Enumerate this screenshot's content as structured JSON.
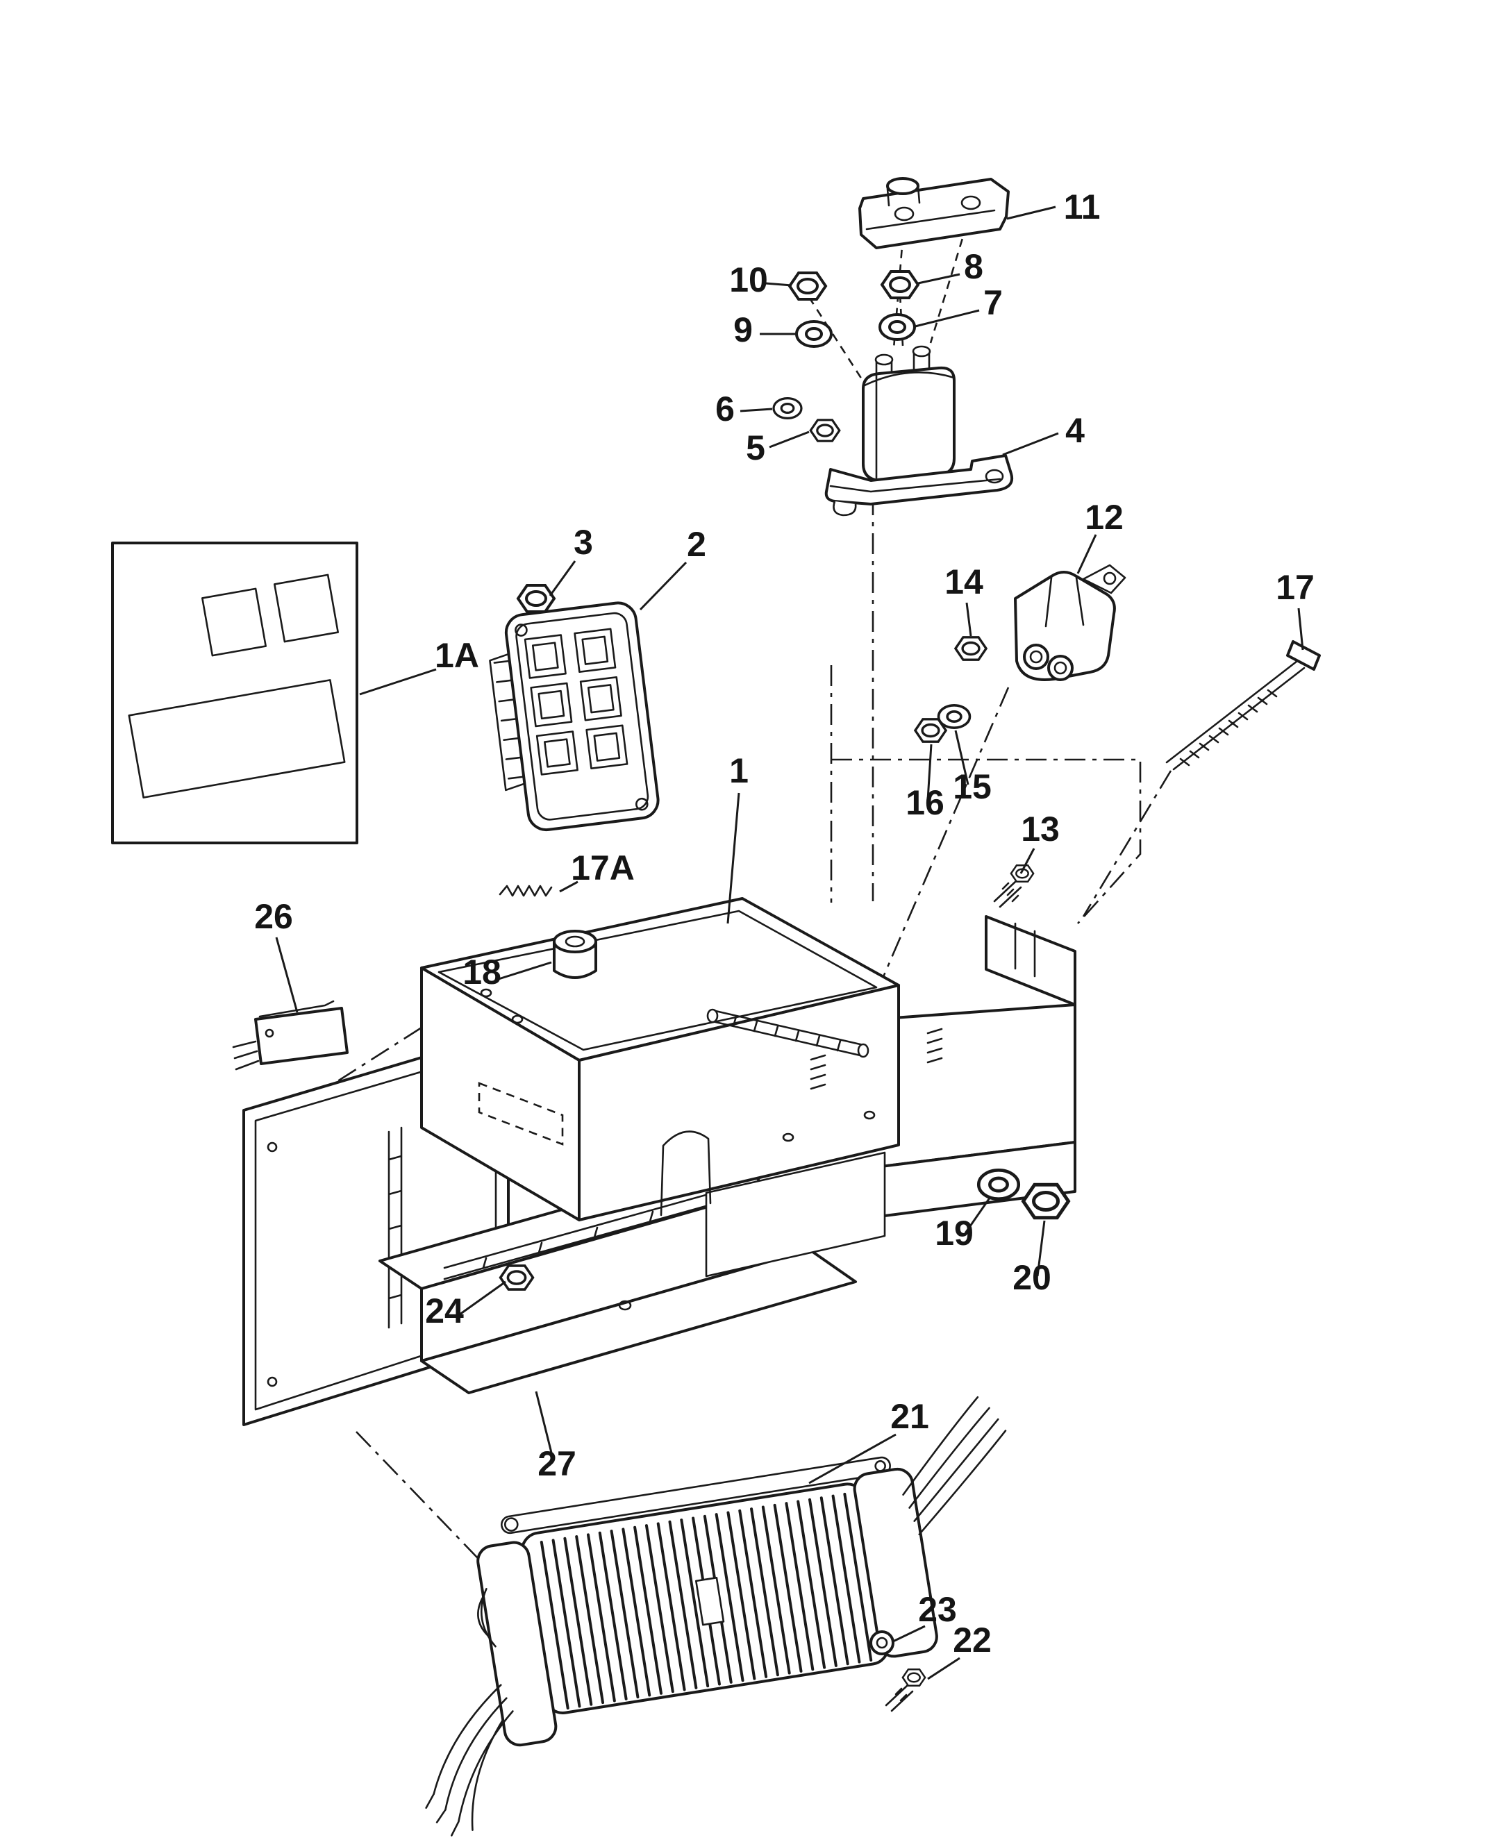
{
  "page": {
    "background_color": "#ffffff",
    "ink_color": "#1a1a1a",
    "type": "exploded-parts-diagram"
  },
  "diagram": {
    "callouts": {
      "c1": "1",
      "c1A": "1A",
      "c2": "2",
      "c3": "3",
      "c4": "4",
      "c5": "5",
      "c6": "6",
      "c7": "7",
      "c8": "8",
      "c9": "9",
      "c10": "10",
      "c11": "11",
      "c12": "12",
      "c13": "13",
      "c14": "14",
      "c15": "15",
      "c16": "16",
      "c17": "17",
      "c17A": "17A",
      "c18": "18",
      "c19": "19",
      "c20": "20",
      "c21": "21",
      "c22": "22",
      "c23": "23",
      "c24": "24",
      "c26": "26",
      "c27": "27"
    }
  }
}
